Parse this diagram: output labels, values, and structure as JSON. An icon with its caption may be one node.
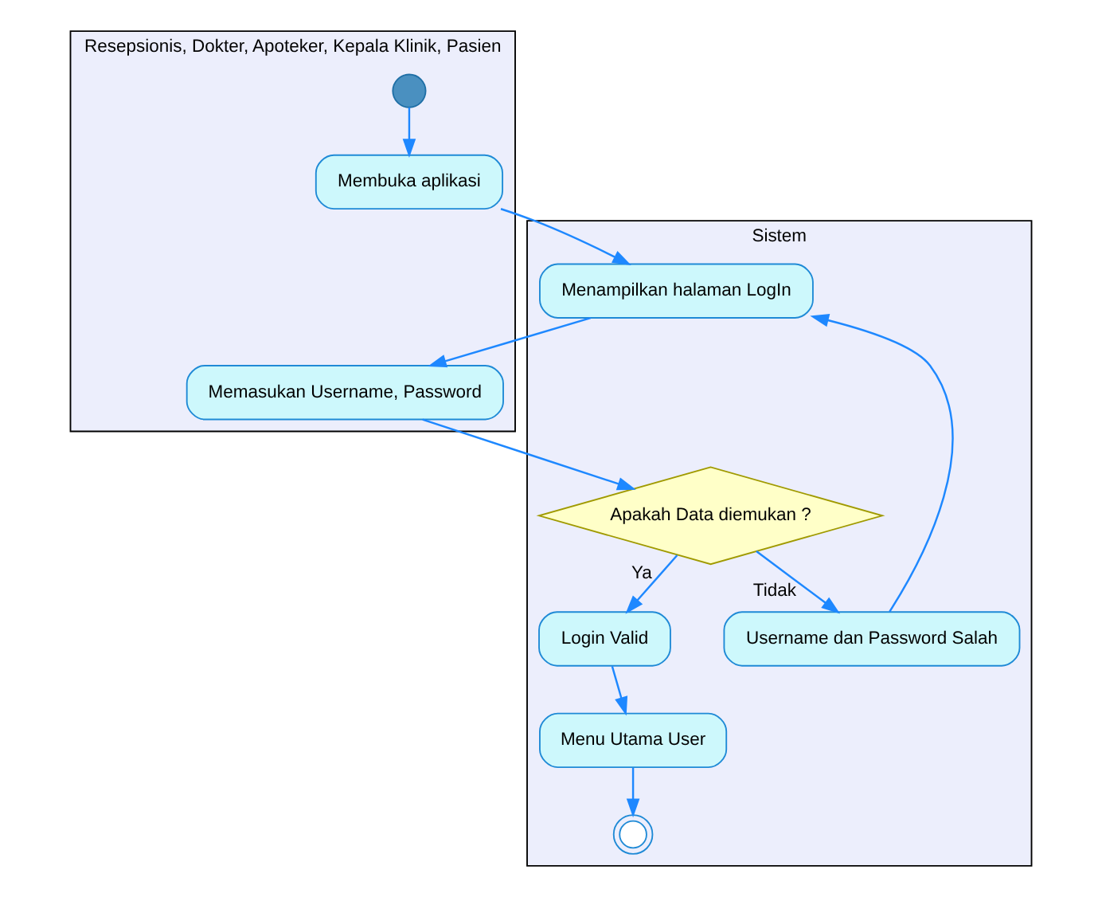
{
  "diagram": {
    "nodes": [
      {
        "text": [
          "Resepsionis, Dokter, Apoteker, Kepala Klinik, Pasien"
        ]
      },
      {
        "text": [
          "Sistem"
        ]
      },
      {
        "text": [],
        "shape": "circle",
        "in": 0
      },
      {
        "text": [
          "Membuka aplikasi"
        ],
        "in": 0
      },
      {
        "text": [
          "Menampilkan halaman LogIn"
        ],
        "in": 1
      },
      {
        "text": [
          "Memasukan Username, Password"
        ],
        "in": 0
      },
      {
        "text": [
          "Username dan Password Salah"
        ],
        "in": 1
      },
      {
        "text": [
          "Apakah Data diemukan ?"
        ],
        "in": 1
      },
      {
        "text": [
          "Login Valid"
        ],
        "in": 1
      },
      {
        "text": [
          "Menu Utama User"
        ],
        "in": 1
      },
      {
        "text": [],
        "shape": "circle",
        "in": 1
      }
    ],
    "edges": [
      {
        "from": 2,
        "to": 3,
        "arrow": "to"
      },
      {
        "from": 3,
        "to": 4,
        "arrow": "to"
      },
      {
        "from": 4,
        "to": 5,
        "arrow": "to"
      },
      {
        "from": 5,
        "to": 7,
        "arrow": "to"
      },
      {
        "from": 7,
        "to": 6,
        "arrow": "to",
        "label": "Tidak"
      },
      {
        "from": 6,
        "to": 4,
        "arrow": "to"
      },
      {
        "from": 7,
        "to": 8,
        "arrow": "to",
        "label": "Ya"
      },
      {
        "from": 8,
        "to": 9,
        "arrow": "to"
      },
      {
        "from": 9,
        "to": 10,
        "arrow": "to"
      }
    ]
  }
}
